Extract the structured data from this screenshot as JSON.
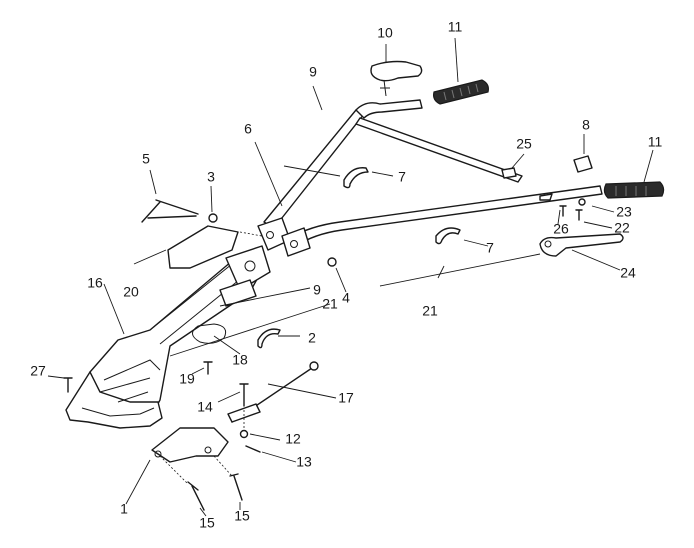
{
  "callouts": {
    "c1": "1",
    "c2": "2",
    "c3": "3",
    "c4": "4",
    "c5": "5",
    "c6": "6",
    "c7a": "7",
    "c7b": "7",
    "c8": "8",
    "c9a": "9",
    "c9b": "9",
    "c10": "10",
    "c11a": "11",
    "c11b": "11",
    "c12": "12",
    "c13": "13",
    "c14": "14",
    "c15a": "15",
    "c15b": "15",
    "c16": "16",
    "c17": "17",
    "c18": "18",
    "c19": "19",
    "c20": "20",
    "c21a": "21",
    "c21b": "21",
    "c22": "22",
    "c23": "23",
    "c24": "24",
    "c25": "25",
    "c26": "26",
    "c27": "27"
  }
}
